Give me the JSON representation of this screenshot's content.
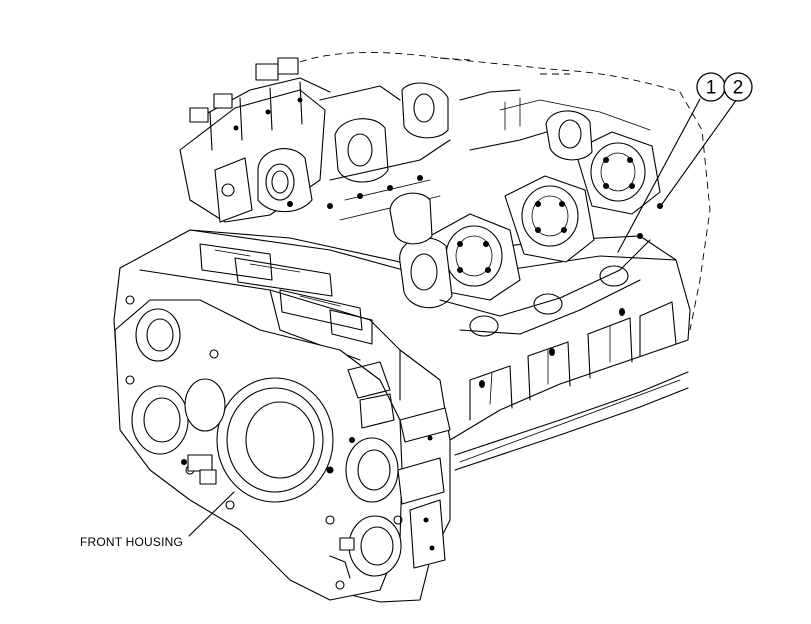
{
  "diagram": {
    "callouts": [
      {
        "number": "1"
      },
      {
        "number": "2"
      }
    ],
    "labels": {
      "front_housing": "FRONT HOUSING"
    },
    "colors": {
      "line": "#000000",
      "background": "#ffffff"
    }
  }
}
